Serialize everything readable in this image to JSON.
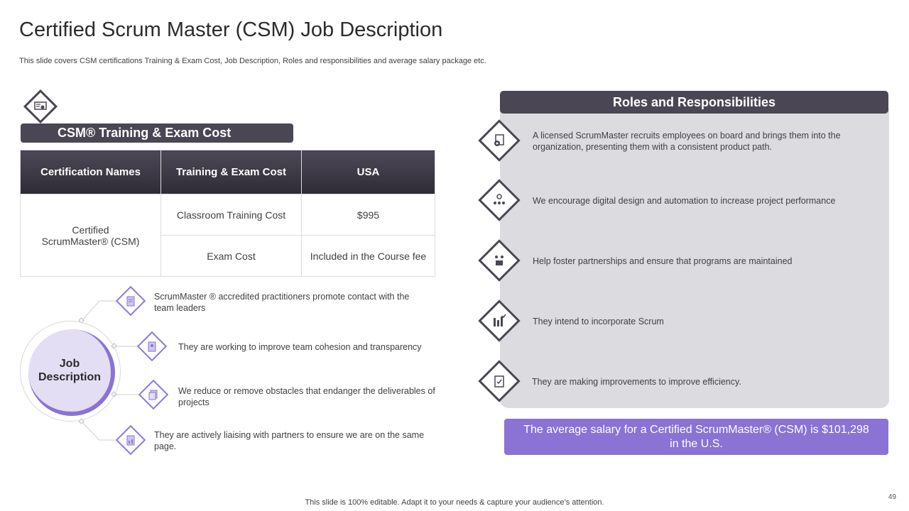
{
  "header": {
    "title": "Certified Scrum Master (CSM) Job Description",
    "subtitle": "This slide covers CSM certifications Training & Exam Cost, Job Description, Roles and responsibilities and average salary package etc."
  },
  "training": {
    "title": "CSM® Training & Exam Cost",
    "icon": "certificate-icon",
    "columns": [
      "Certification Names",
      "Training & Exam Cost",
      "USA"
    ],
    "cert_name": "Certified ScrumMaster® (CSM)",
    "rows": [
      {
        "cost": "Classroom Training Cost",
        "usa": "$995"
      },
      {
        "cost": "Exam Cost",
        "usa": "Included in the Course fee"
      }
    ]
  },
  "job": {
    "label": "Job Description",
    "items": [
      "ScrumMaster ® accredited practitioners promote contact with the team leaders",
      "They are working to improve team cohesion and transparency",
      "We reduce or remove obstacles that endanger the deliverables of projects",
      "They are actively liaising with partners to ensure we are on the same page."
    ]
  },
  "roles": {
    "title": "Roles and Responsibilities",
    "items": [
      "A licensed ScrumMaster recruits employees on board and brings them into the organization, presenting them with a consistent product path.",
      "We encourage digital design and automation to increase project performance",
      "Help foster partnerships and ensure that programs are maintained",
      "They intend to incorporate Scrum",
      "They are making improvements  to improve efficiency."
    ]
  },
  "salary": {
    "text": "The average salary for a Certified ScrumMaster® (CSM) is $101,298 in the U.S."
  },
  "footer": {
    "text": "This slide is 100% editable. Adapt it to your needs & capture your audience’s attention.",
    "page_number": "49"
  },
  "colors": {
    "dark": "#4b4653",
    "purple": "#8a73d4",
    "panel": "#dcdbe0"
  }
}
